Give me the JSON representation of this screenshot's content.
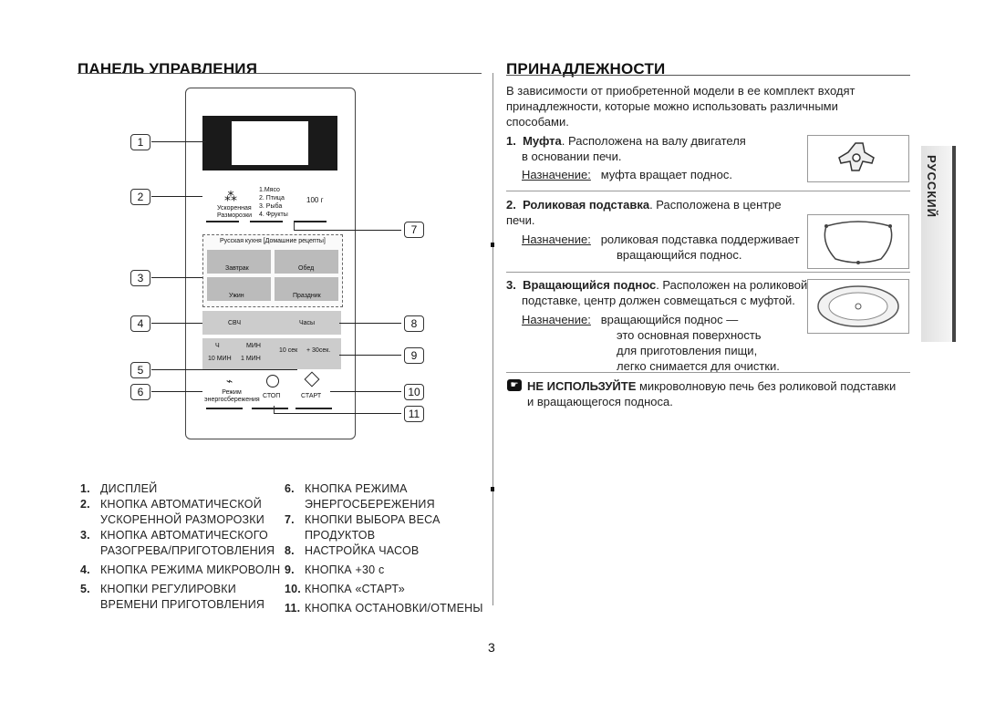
{
  "left": {
    "title": "ПАНЕЛЬ УПРАВЛЕНИЯ",
    "callouts": [
      "1",
      "2",
      "3",
      "4",
      "5",
      "6",
      "7",
      "8",
      "9",
      "10",
      "11"
    ],
    "panel": {
      "defrost_items": [
        "1.Мясо",
        "2. Птица",
        "3. Рыба",
        "4. Фрукты"
      ],
      "defrost_btn": "Ускоренная Разморозки",
      "weight": "100 г",
      "recipes_header": "Русская кухня [Домашние рецепты]",
      "recipes": [
        "Завтрак",
        "Обед",
        "Ужин",
        "Праздник"
      ],
      "mw": "СВЧ",
      "clock": "Часы",
      "h": "Ч",
      "min": "МИН",
      "ten_sec": "10 сек",
      "plus30": "+ 30сек.",
      "ten_min": "10 МИН",
      "one_min": "1 МИН",
      "eco": "Режим энергосбережения",
      "stop": "СТОП",
      "start": "СТАРТ"
    },
    "legend_col1": [
      {
        "n": "1.",
        "t": "ДИСПЛЕЙ"
      },
      {
        "n": "2.",
        "t": "КНОПКА АВТОМАТИЧЕСКОЙ"
      },
      {
        "n": "",
        "t": "УСКОРЕННОЙ РАЗМОРОЗКИ"
      },
      {
        "n": "3.",
        "t": "КНОПКА АВТОМАТИЧЕСКОГО"
      },
      {
        "n": "",
        "t": "РАЗОГРЕВА/ПРИГОТОВЛЕНИЯ"
      },
      {
        "n": "4.",
        "t": "КНОПКА РЕЖИМА МИКРОВОЛН"
      },
      {
        "n": "5.",
        "t": "КНОПКИ РЕГУЛИРОВКИ"
      },
      {
        "n": "",
        "t": "ВРЕМЕНИ ПРИГОТОВЛЕНИЯ"
      }
    ],
    "legend_col2": [
      {
        "n": "6.",
        "t": "КНОПКА РЕЖИМА"
      },
      {
        "n": "",
        "t": "ЭНЕРГОСБЕРЕЖЕНИЯ"
      },
      {
        "n": "7.",
        "t": "КНОПКИ ВЫБОРА ВЕСА"
      },
      {
        "n": "",
        "t": "ПРОДУКТОВ"
      },
      {
        "n": "8.",
        "t": "НАСТРОЙКА ЧАСОВ"
      },
      {
        "n": "9.",
        "t": "КНОПКА +30 с"
      },
      {
        "n": "10.",
        "t": "КНОПКА «СТАРТ»"
      },
      {
        "n": "11.",
        "t": "КНОПКА ОСТАНОВКИ/ОТМЕНЫ"
      }
    ]
  },
  "right": {
    "title": "ПРИНАДЛЕЖНОСТИ",
    "intro": [
      "В зависимости от приобретенной модели в ее комплект входят",
      "принадлежности, которые можно использовать различными",
      "способами."
    ],
    "items": [
      {
        "num": "1.",
        "name": "Муфта",
        "desc1": ". Расположена на валу двигателя",
        "desc2": "в основании печи.",
        "purpose_label": "Назначение:",
        "purpose": [
          "муфта вращает поднос."
        ]
      },
      {
        "num": "2.",
        "name": "Роликовая подставка",
        "desc1": ". Расположена в центре печи.",
        "desc2": "",
        "purpose_label": "Назначение:",
        "purpose": [
          "роликовая подставка поддерживает",
          "вращающийся поднос."
        ]
      },
      {
        "num": "3.",
        "name": "Вращающийся поднос",
        "desc1": ". Расположен на роликовой",
        "desc2": "подставке, центр должен совмещаться с муфтой.",
        "purpose_label": "Назначение:",
        "purpose": [
          "вращающийся поднос —",
          "это основная поверхность",
          "для приготовления пищи,",
          "легко снимается для очистки."
        ]
      }
    ],
    "warning_bold": "НЕ ИСПОЛЬЗУЙТЕ",
    "warning_rest": " микроволновую печь без роликовой подставки",
    "warning_line2": "и вращающегося подноса."
  },
  "side_tab": "РУССКИЙ",
  "page_number": "3"
}
